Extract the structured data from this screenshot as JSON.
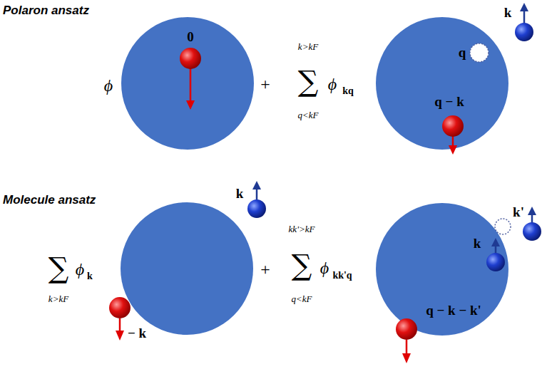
{
  "diagram": {
    "labels": [
      "Polaron ansatz",
      "ϕ",
      "0",
      "+",
      "k>kF",
      "∑",
      "q<kF",
      "ϕ",
      "kq",
      "k",
      "q",
      "q − k",
      "Molecule ansatz",
      "k",
      "∑",
      "k>kF",
      "ϕ",
      "k",
      "− k",
      "+",
      "kk'>kF",
      "∑",
      "q<kF",
      "ϕ",
      "kk'q",
      "k",
      "k'",
      "q − k − k'"
    ]
  }
}
